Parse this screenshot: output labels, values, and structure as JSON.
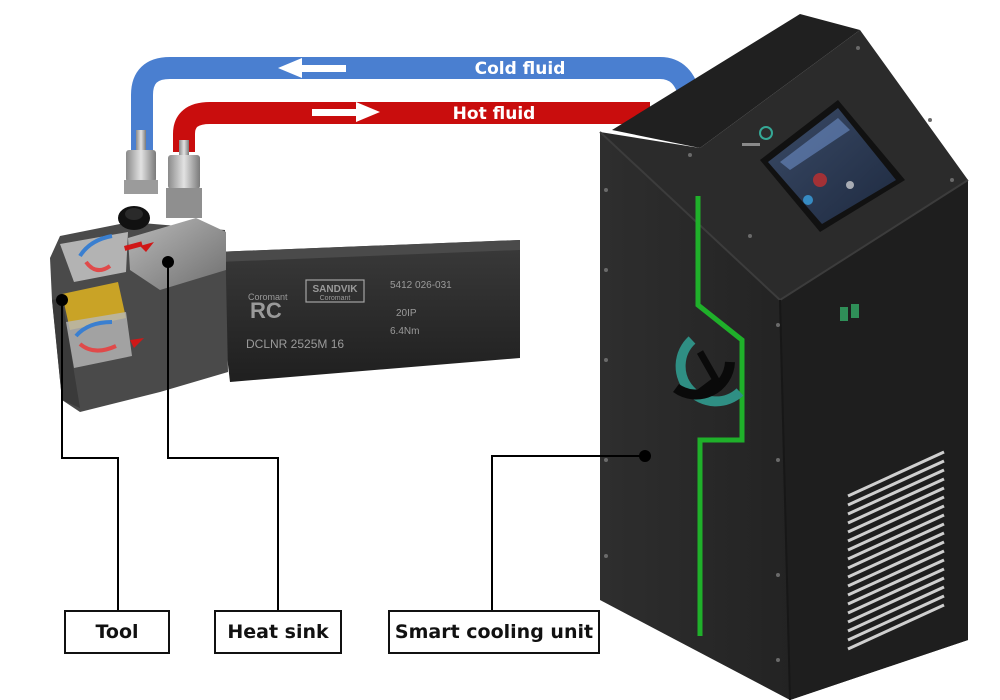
{
  "pipes": {
    "cold_label": "Cold fluid",
    "hot_label": "Hot fluid",
    "cold_color": "#4a7fd0",
    "hot_color": "#c90d0d"
  },
  "tool_markings": {
    "brand_small": "Coromant",
    "rc": "RC",
    "sandvik": "SANDVIK",
    "coromant": "Coromant",
    "model": "DCLNR 2525M 16",
    "part_no": "5412 026-031",
    "torx": "20IP",
    "torque": "6.4Nm"
  },
  "callouts": {
    "tool": "Tool",
    "heat_sink": "Heat sink",
    "smart_cooling_unit": "Smart cooling unit"
  },
  "accent_green": "#1fb02a",
  "cabinet_color": "#2a2a2a"
}
